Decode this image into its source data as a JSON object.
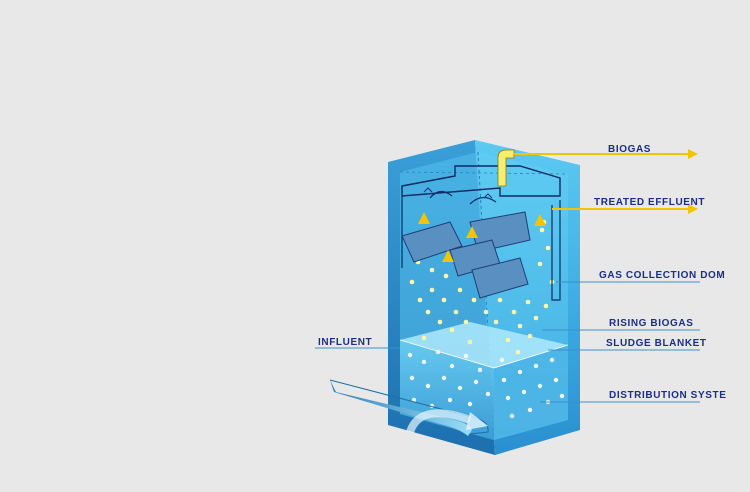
{
  "labels": {
    "biogas": "BIOGAS",
    "treated_effluent": "TREATED EFFLUENT",
    "gas_collection_dome": "GAS COLLECTION DOM",
    "rising_biogas": "RISING BIOGAS",
    "sludge_blanket": "SLUDGE BLANKET",
    "influent": "INFLUENT",
    "distribution_system": "DISTRIBUTION SYSTE"
  },
  "colors": {
    "background": "#e8e8e8",
    "tank_light": "#4cc0ee",
    "tank_dark": "#1f84c4",
    "gas_arrow": "#f5c400",
    "label_text": "#1c2f84",
    "bubble": "#fff6a8"
  }
}
